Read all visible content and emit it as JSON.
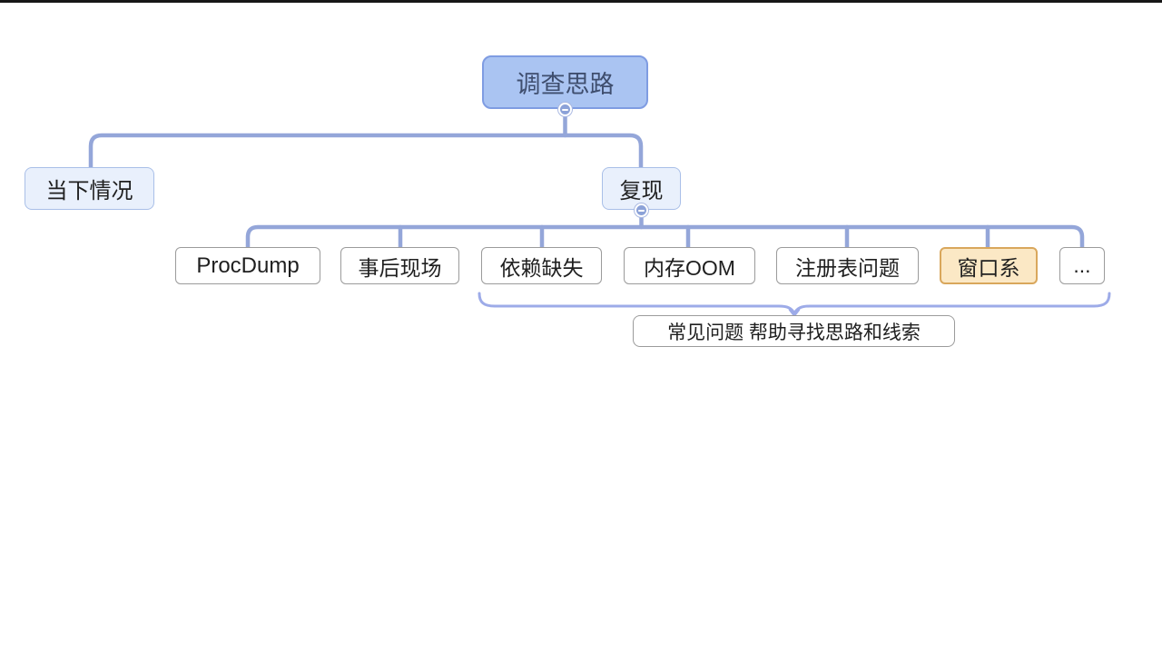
{
  "canvas": {
    "top_bar_color": "#161616",
    "background": "#ffffff"
  },
  "mindmap": {
    "root": {
      "label": "调查思路"
    },
    "level1": [
      {
        "label": "当下情况"
      },
      {
        "label": "复现"
      }
    ],
    "level2": [
      {
        "label": "ProcDump"
      },
      {
        "label": "事后现场"
      },
      {
        "label": "依赖缺失"
      },
      {
        "label": "内存OOM"
      },
      {
        "label": "注册表问题"
      },
      {
        "label": "窗口系",
        "highlighted": true
      },
      {
        "label": "..."
      }
    ],
    "summary": {
      "label": "常见问题 帮助寻找思路和线索"
    },
    "colors": {
      "root_fill": "#aac4f2",
      "root_border": "#7f9ce2",
      "root_text": "#3f4e6e",
      "branch_fill": "#e9f0fc",
      "branch_border": "#a9bfe8",
      "leaf_fill": "#ffffff",
      "leaf_border": "#9b9b9b",
      "highlight_fill": "#fbe8c5",
      "highlight_border": "#d9a75c",
      "connector": "#94a6d9",
      "summary_brace": "#9dabe8",
      "node_text": "#1f1f1f"
    }
  }
}
